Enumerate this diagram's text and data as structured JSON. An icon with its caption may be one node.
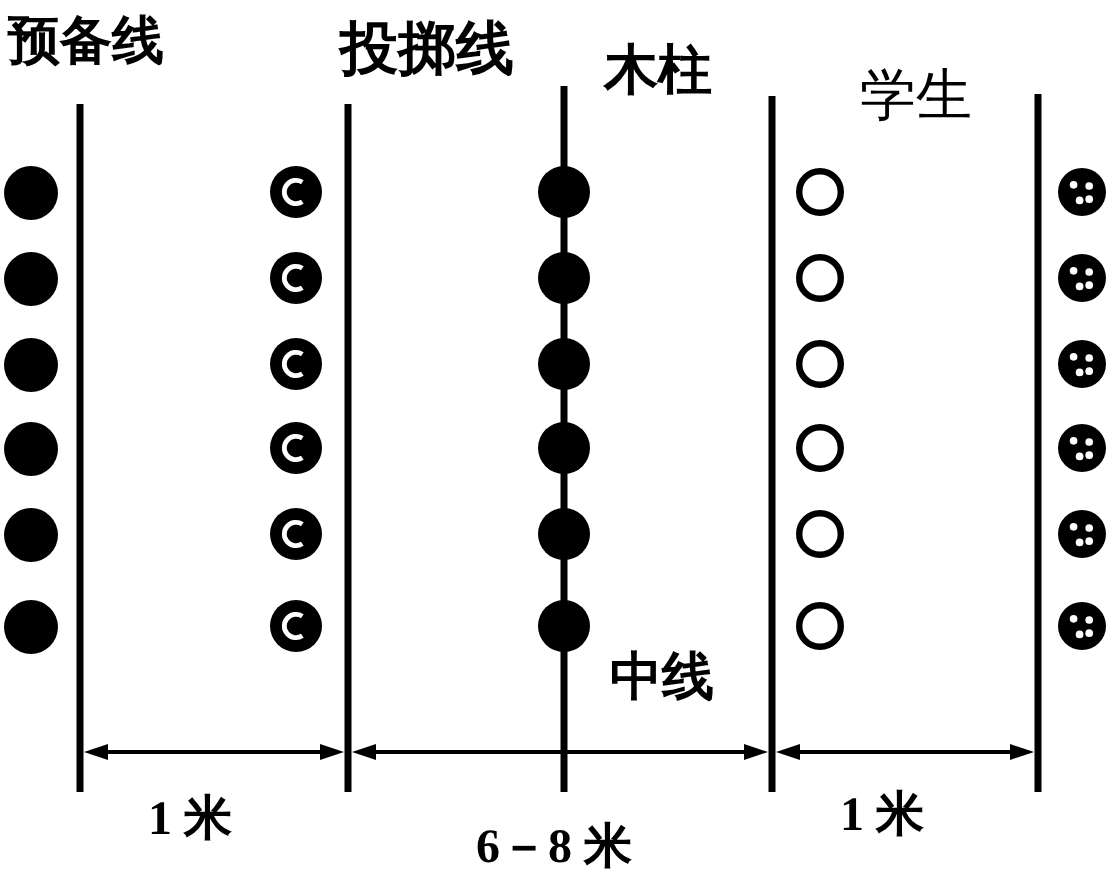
{
  "diagram": {
    "labels": [
      "预备线",
      "投掷线",
      "木柱",
      "学生",
      "中线",
      "1 米",
      "6－8 米",
      "1 米"
    ]
  }
}
